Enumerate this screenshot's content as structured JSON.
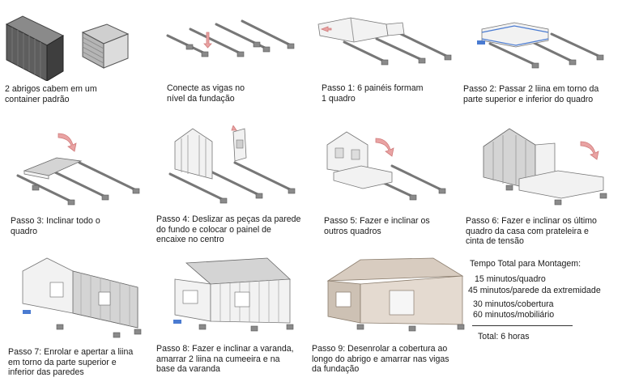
{
  "steps": [
    {
      "caption": "2 abrigos cabem em um\ncontainer padrão"
    },
    {
      "caption": "Conecte as vigas no\nnível da fundação"
    },
    {
      "caption": "Passo 1: 6 painéis formam\n1 quadro"
    },
    {
      "caption": "Passo 2: Passar 2 liina em torno da\nparte superior e inferior do quadro"
    },
    {
      "caption": "Passo 3: Inclinar todo o\nquadro"
    },
    {
      "caption": "Passo 4: Deslizar as peças da parede\ndo fundo e colocar o painel de\nencaixe no centro"
    },
    {
      "caption": "Passo 5: Fazer e inclinar os\noutros quadros"
    },
    {
      "caption": "Passo 6: Fazer e inclinar os último\nquadro da casa com prateleira e\ncinta de tensão"
    },
    {
      "caption": "Passo 7: Enrolar e apertar a liina\nem torno da parte superior e\ninferior das paredes"
    },
    {
      "caption": "Passo 8: Fazer e inclinar a varanda,\namarrar 2 liina na cumeeira e  na\nbase da varanda"
    },
    {
      "caption": "Passo 9: Desenrolar a cobertura ao\nlongo do abrigo e amarrar nas vigas\nda fundação"
    }
  ],
  "totals": {
    "title": "Tempo Total para Montagem:",
    "lines": [
      "15 minutos/quadro",
      "45 minutos/parede da extremidade",
      "30 minutos/cobertura",
      "60 minutos/mobiliário"
    ],
    "total": "Total: 6 horas"
  }
}
